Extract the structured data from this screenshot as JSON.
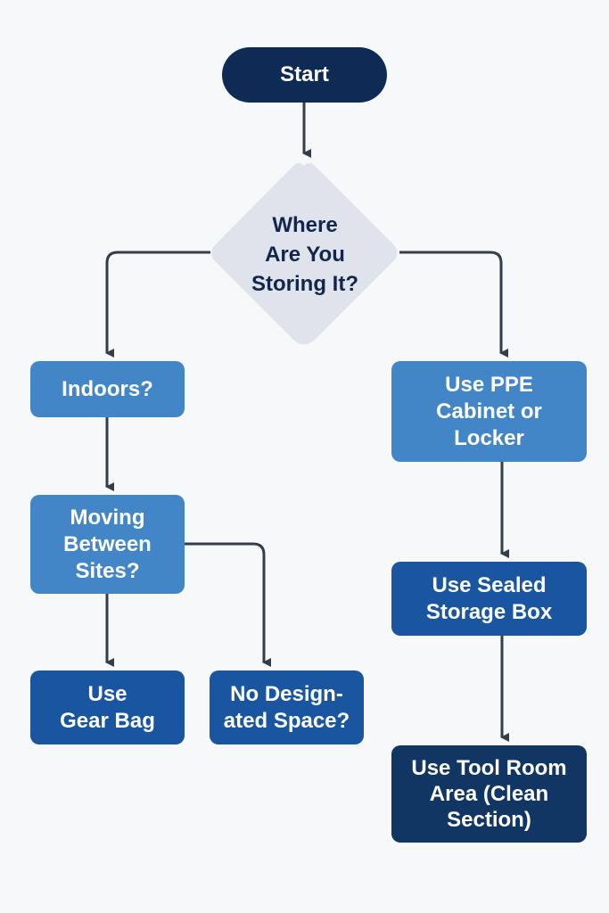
{
  "colors": {
    "background": "#f7f8fa",
    "start": "#0e2b55",
    "decision": "#dfe4ec",
    "light_box": "#4286c8",
    "mid_box": "#1a56a0",
    "dark_box": "#113663",
    "connector": "#343d4a"
  },
  "nodes": {
    "start": "Start",
    "where": "Where\nAre You\nStoring It?",
    "indoors": "Indoors?",
    "moving": "Moving\nBetween\nSites?",
    "gear_bag": "Use\nGear Bag",
    "no_space": "No Design-\nated Space?",
    "ppe_cabinet": "Use PPE\nCabinet or\nLocker",
    "sealed_box": "Use Sealed\nStorage Box",
    "tool_room": "Use Tool Room\nArea (Clean\nSection)"
  },
  "edges": [
    {
      "from": "start",
      "to": "where"
    },
    {
      "from": "where",
      "to": "indoors"
    },
    {
      "from": "where",
      "to": "ppe_cabinet"
    },
    {
      "from": "indoors",
      "to": "moving"
    },
    {
      "from": "moving",
      "to": "gear_bag"
    },
    {
      "from": "moving",
      "to": "no_space"
    },
    {
      "from": "ppe_cabinet",
      "to": "sealed_box"
    },
    {
      "from": "sealed_box",
      "to": "tool_room"
    }
  ]
}
